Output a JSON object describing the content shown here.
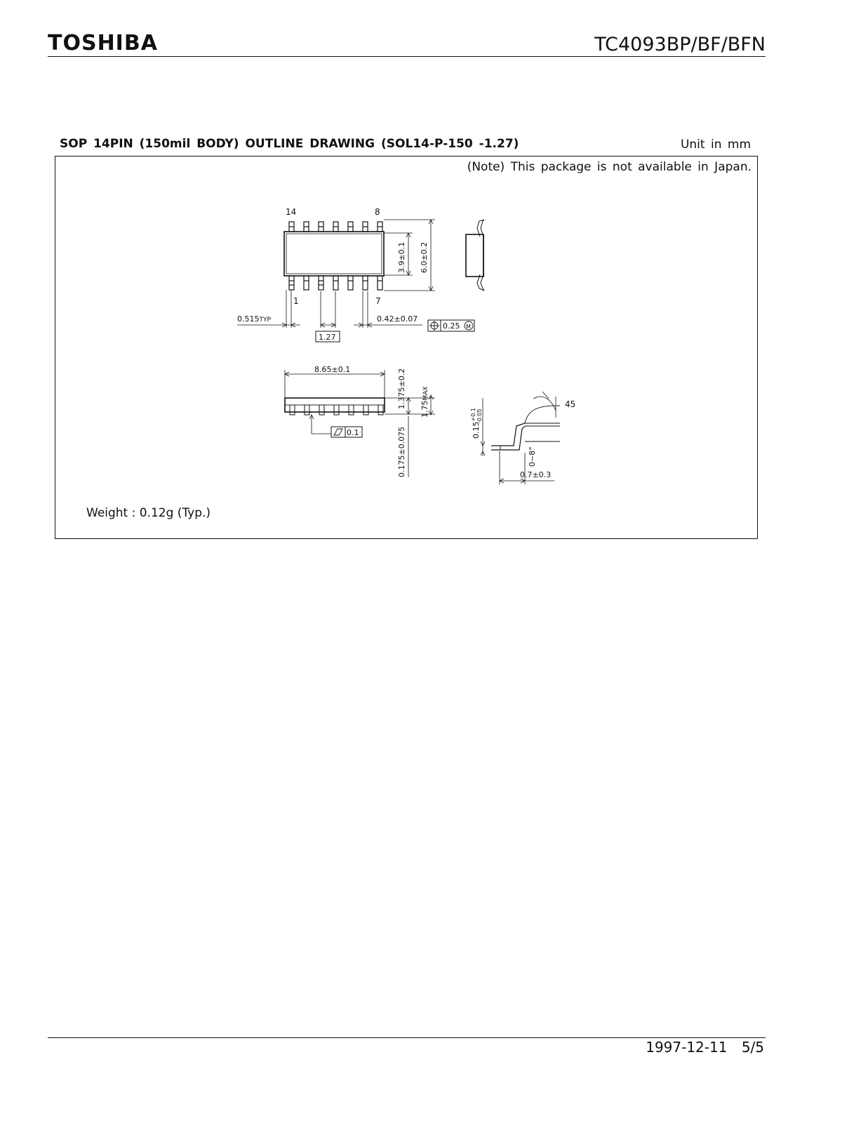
{
  "header": {
    "logo": "TOSHIBA",
    "part_number": "TC4093BP/BF/BFN"
  },
  "section": {
    "title": "SOP 14PIN (150mil BODY) OUTLINE DRAWING (SOL14-P-150 -1.27)",
    "unit": "Unit in mm",
    "note": "(Note) This package is not available in Japan.",
    "weight": "Weight : 0.12g (Typ.)"
  },
  "drawing": {
    "pin_14": "14",
    "pin_8": "8",
    "pin_1": "1",
    "pin_7": "7",
    "dim_body_width": "3.9±0.1",
    "dim_total_width": "6.0±0.2",
    "dim_lead_offset": "0.515",
    "dim_lead_offset_suffix": "TYP",
    "dim_pitch": "1.27",
    "dim_lead_width": "0.42±0.07",
    "tol_position": "0.25",
    "tol_position_modifier": "M",
    "dim_body_length": "8.65±0.1",
    "dim_body_height": "1.375±0.2",
    "dim_max_height": "1.75",
    "dim_max_height_suffix": "MAX",
    "dim_standoff": "0.175±0.075",
    "tol_flatness": "0.1",
    "dim_lead_thickness": "0.15",
    "dim_lead_thickness_tol_plus": "+0.1",
    "dim_lead_thickness_tol_minus": "-0.05",
    "dim_angle": "45°",
    "dim_foot_angle": "0~8°",
    "dim_foot_length": "0.7±0.3"
  },
  "footer": {
    "date": "1997-12-11",
    "page": "5/5"
  }
}
